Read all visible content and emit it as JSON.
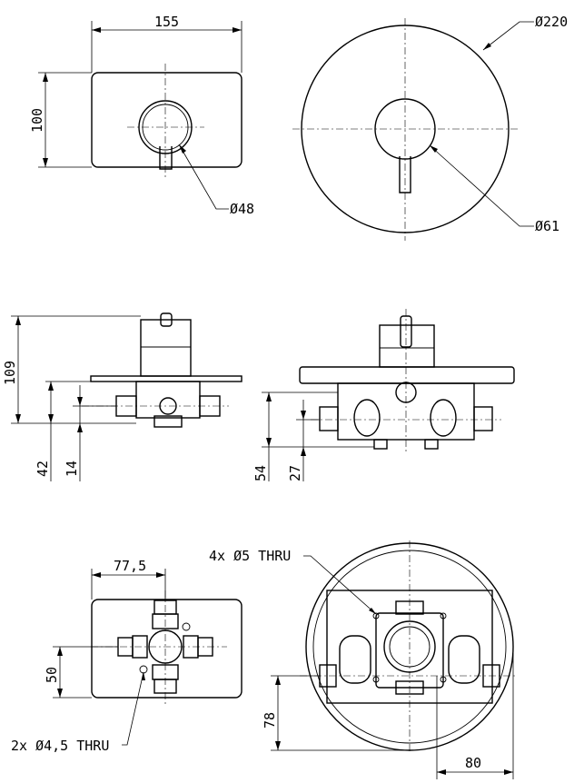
{
  "dimensions": {
    "front_plate_width": "155",
    "front_plate_height": "100",
    "lever_diameter": "Ø48",
    "round_plate_diameter": "Ø220",
    "round_lever_diameter": "Ø61",
    "side_total_depth": "109",
    "side_body_depth": "42",
    "side_outlet_depth": "14",
    "side_round_body_depth": "54",
    "side_round_outlet_depth": "27",
    "back_half_width": "77,5",
    "back_height": "50",
    "back_round_height": "78",
    "back_round_width": "80"
  },
  "notes": {
    "holes_round": "4x Ø5 THRU",
    "holes_rect": "2x Ø4,5 THRU"
  }
}
